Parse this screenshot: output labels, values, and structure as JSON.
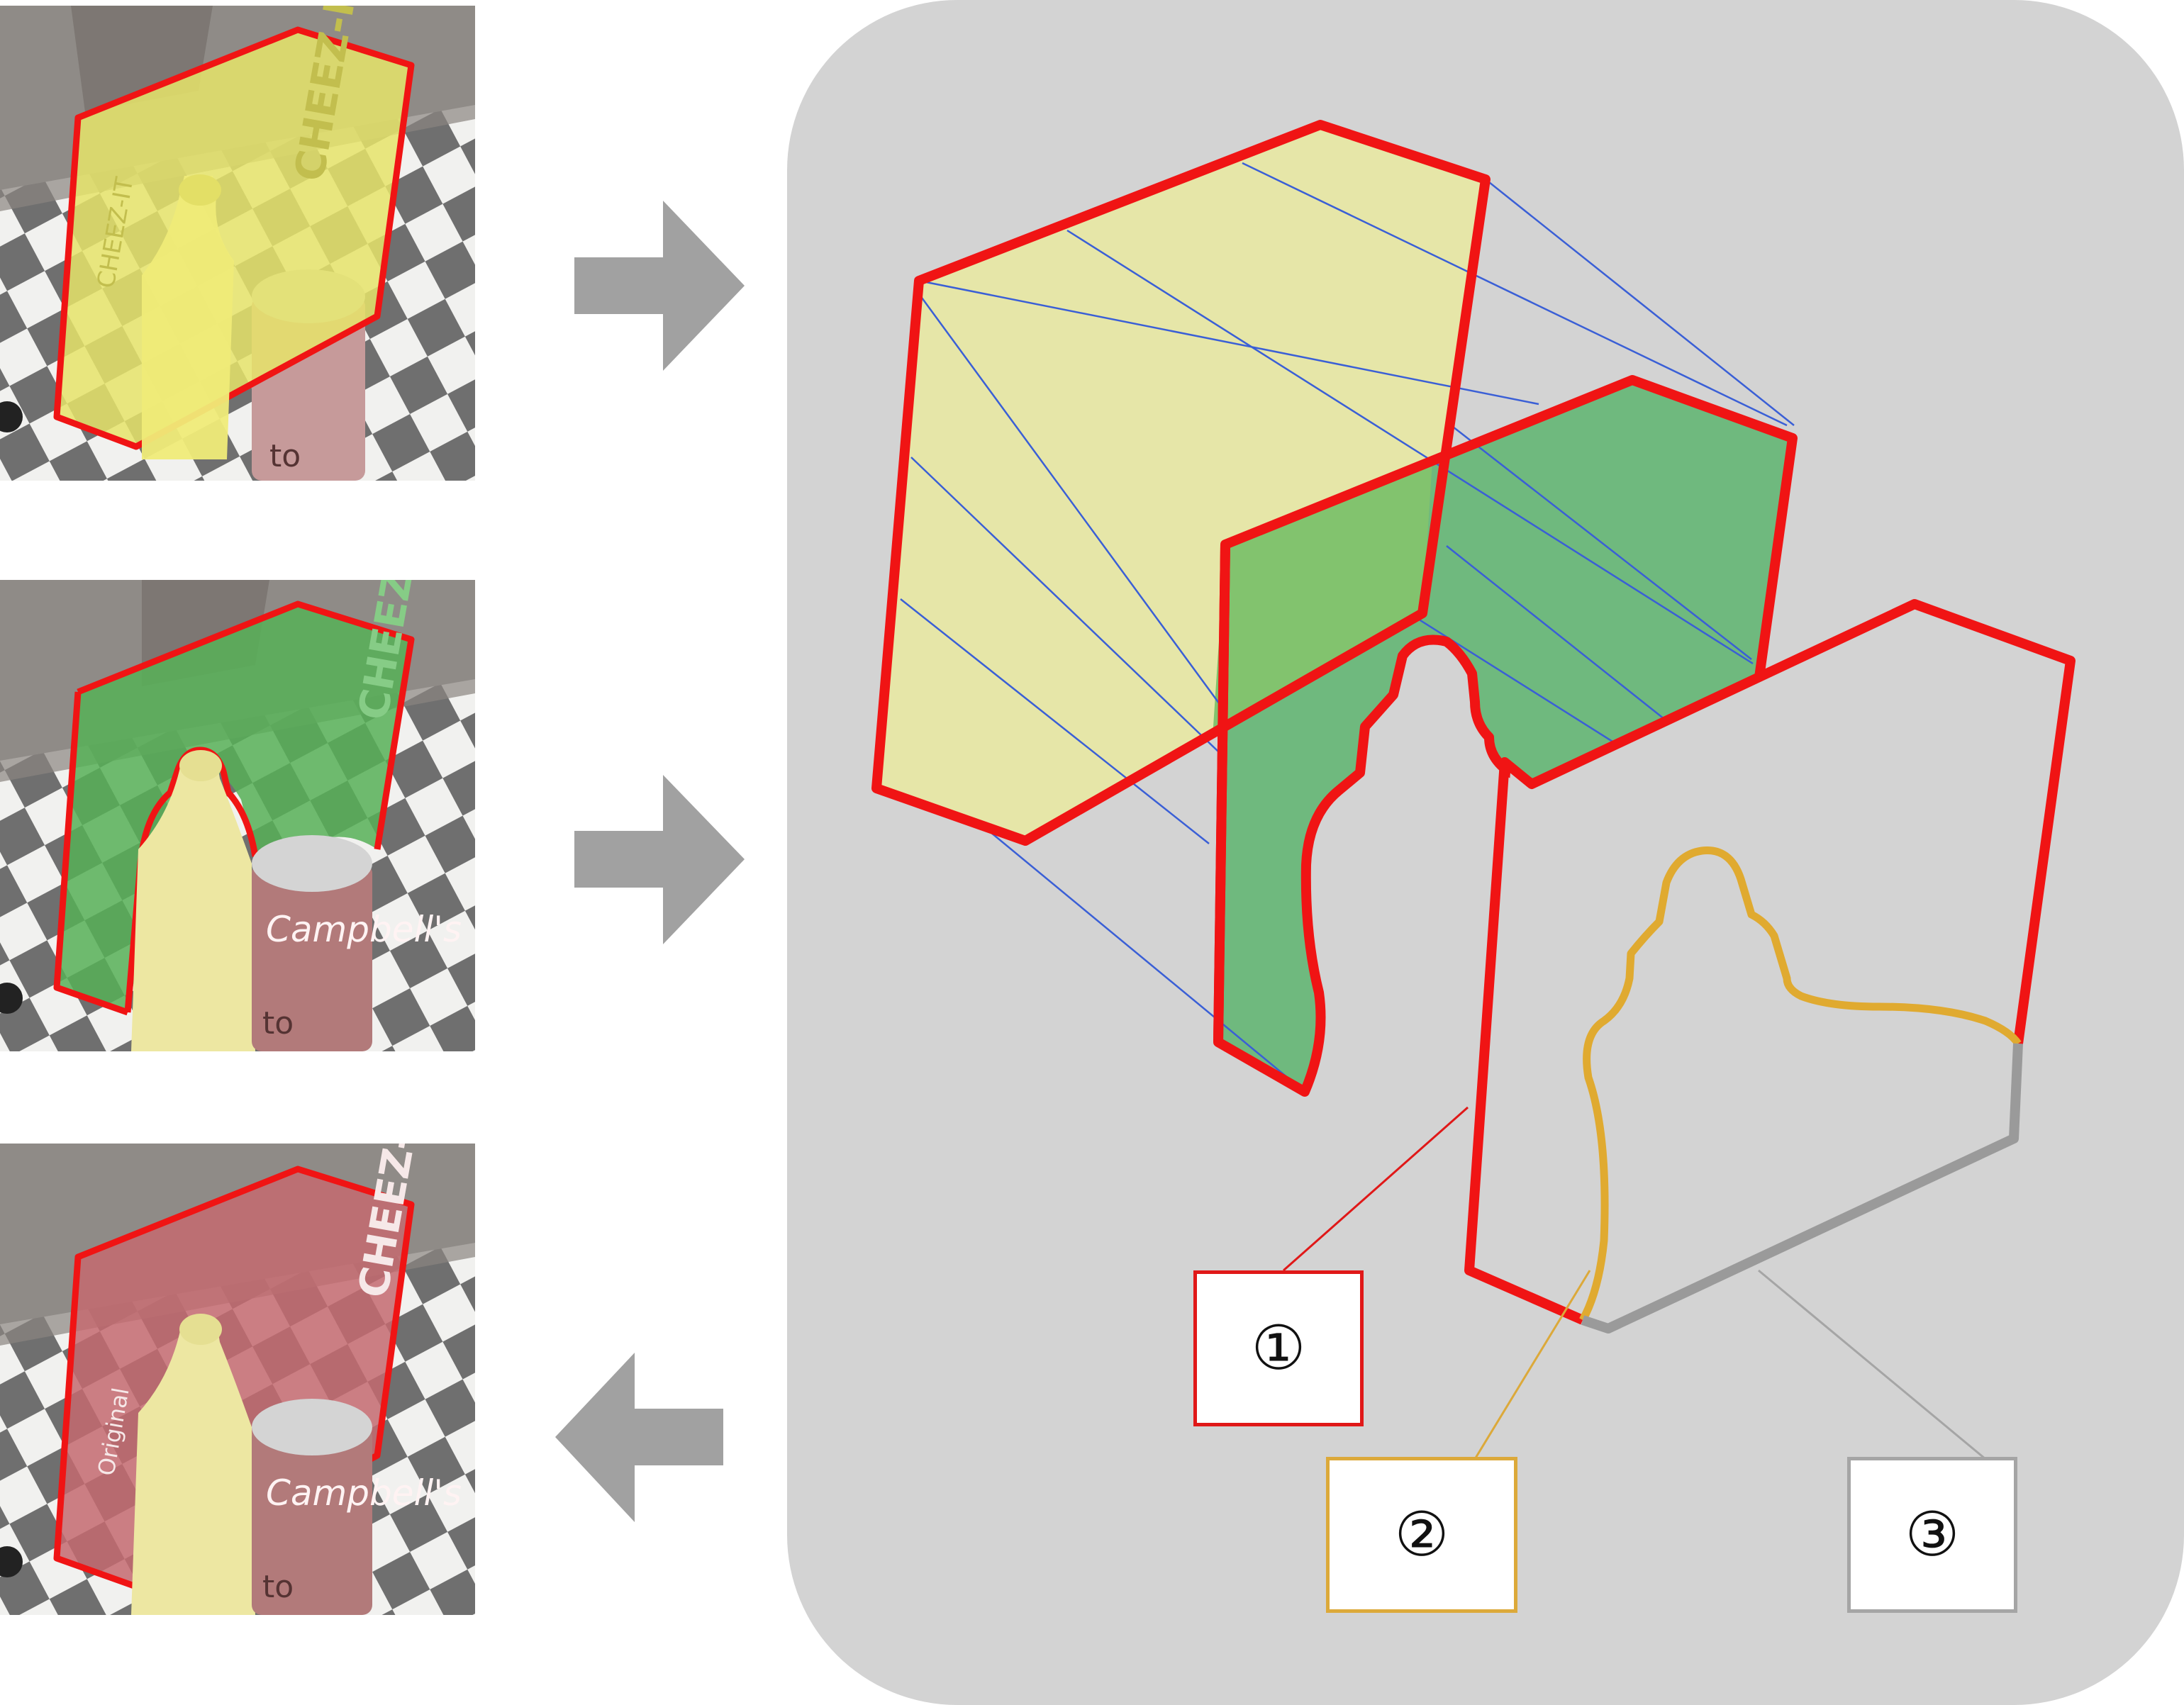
{
  "colors": {
    "outline": "#f01414",
    "occluder_edge": "#e0aa30",
    "floor_edge": "#9a9a9a",
    "yellow_fill": "#e8e8a6",
    "green_fill": "#6fb97e",
    "stage_background": "#d3d3d3",
    "arrow": "#a1a1a1",
    "projection_lines": "#3a5fd6"
  },
  "panels": [
    {
      "name": "top-photo",
      "overlay": "yellow"
    },
    {
      "name": "middle-photo",
      "overlay": "green"
    },
    {
      "name": "bottom-photo",
      "overlay": "red"
    }
  ],
  "photo_text": {
    "box_brand": "CHEEZ-IT",
    "box_side": "CHEEZ-IT",
    "box_variety": "Original",
    "can_brand": "Campbell's",
    "can_text": "to"
  },
  "arrows": [
    {
      "name": "top-arrow",
      "direction": "right"
    },
    {
      "name": "middle-arrow",
      "direction": "right"
    },
    {
      "name": "bottom-arrow",
      "direction": "left"
    }
  ],
  "labels": [
    {
      "id": "1",
      "text": "①",
      "color": "#e01818"
    },
    {
      "id": "2",
      "text": "②",
      "color": "#dca93a"
    },
    {
      "id": "3",
      "text": "③",
      "color": "#a5a5a5"
    }
  ]
}
